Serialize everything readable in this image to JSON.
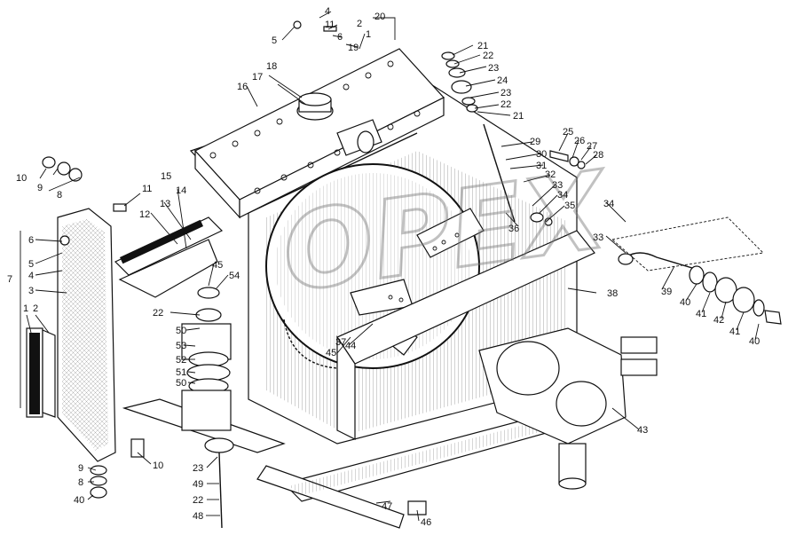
{
  "watermark": "OPEX",
  "callouts": [
    "1",
    "2",
    "3",
    "4",
    "5",
    "6",
    "7",
    "8",
    "9",
    "10",
    "11",
    "12",
    "13",
    "14",
    "15",
    "16",
    "17",
    "18",
    "19",
    "20",
    "21",
    "22",
    "23",
    "24",
    "25",
    "26",
    "27",
    "28",
    "29",
    "30",
    "31",
    "32",
    "33",
    "34",
    "35",
    "36",
    "37",
    "38",
    "39",
    "40",
    "41",
    "42",
    "43",
    "44",
    "45",
    "46",
    "47",
    "48",
    "49",
    "50",
    "51",
    "52",
    "53",
    "54"
  ]
}
